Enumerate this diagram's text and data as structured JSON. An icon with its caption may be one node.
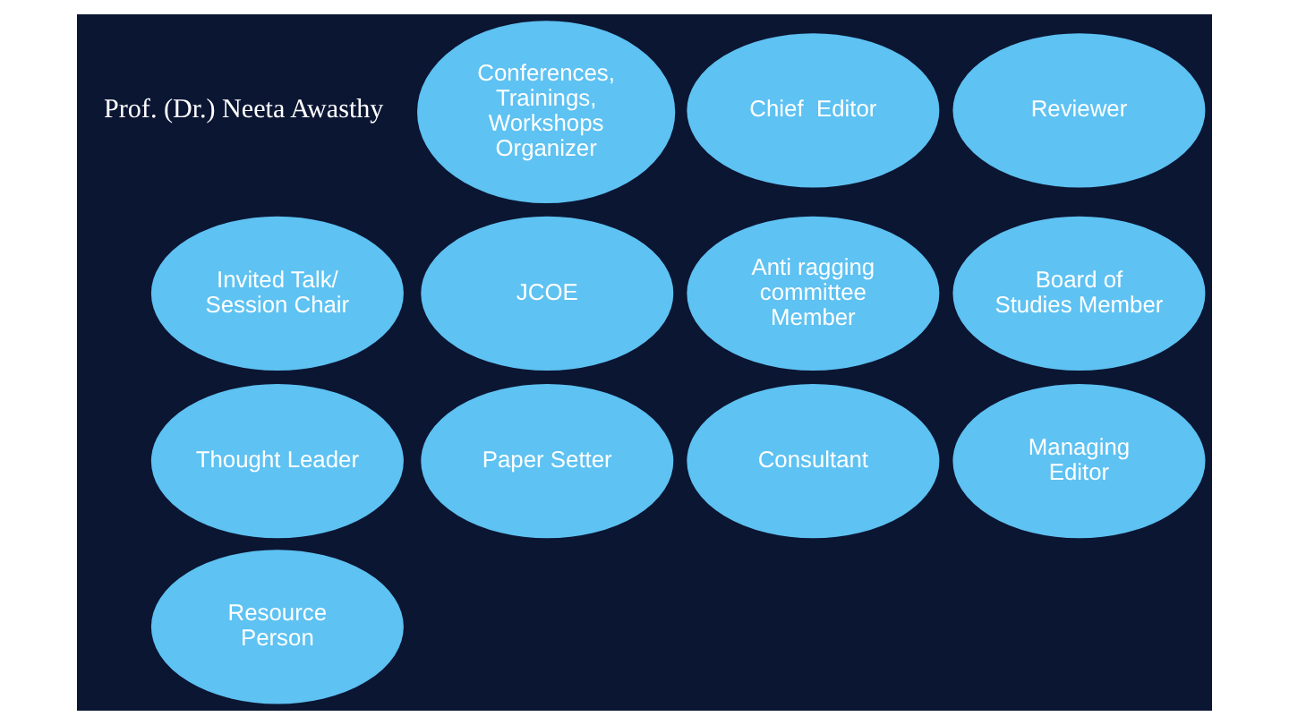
{
  "diagram": {
    "nodes": [
      {
        "text": [
          "Chief  Editor"
        ]
      },
      {
        "text": [
          "Reviewer"
        ]
      },
      {
        "text": [
          "Invited Talk/ Session Chair"
        ]
      },
      {
        "text": [
          "JCOE"
        ]
      },
      {
        "text": [
          "Conferences, Trainings, Workshops Organizer"
        ]
      },
      {
        "text": [
          "Anti ragging committee Member"
        ]
      },
      {
        "text": [
          "Board of Studies Member"
        ]
      },
      {
        "text": [
          "Thought Leader"
        ]
      },
      {
        "text": [
          "Paper Setter"
        ]
      },
      {
        "text": [
          "Consultant"
        ]
      },
      {
        "text": [
          "Managing Editor"
        ]
      },
      {
        "text": [
          "Resource Person"
        ]
      }
    ],
    "edges": [],
    "labels": [
      "Prof. (Dr.) Neeta Awasthy"
    ]
  }
}
